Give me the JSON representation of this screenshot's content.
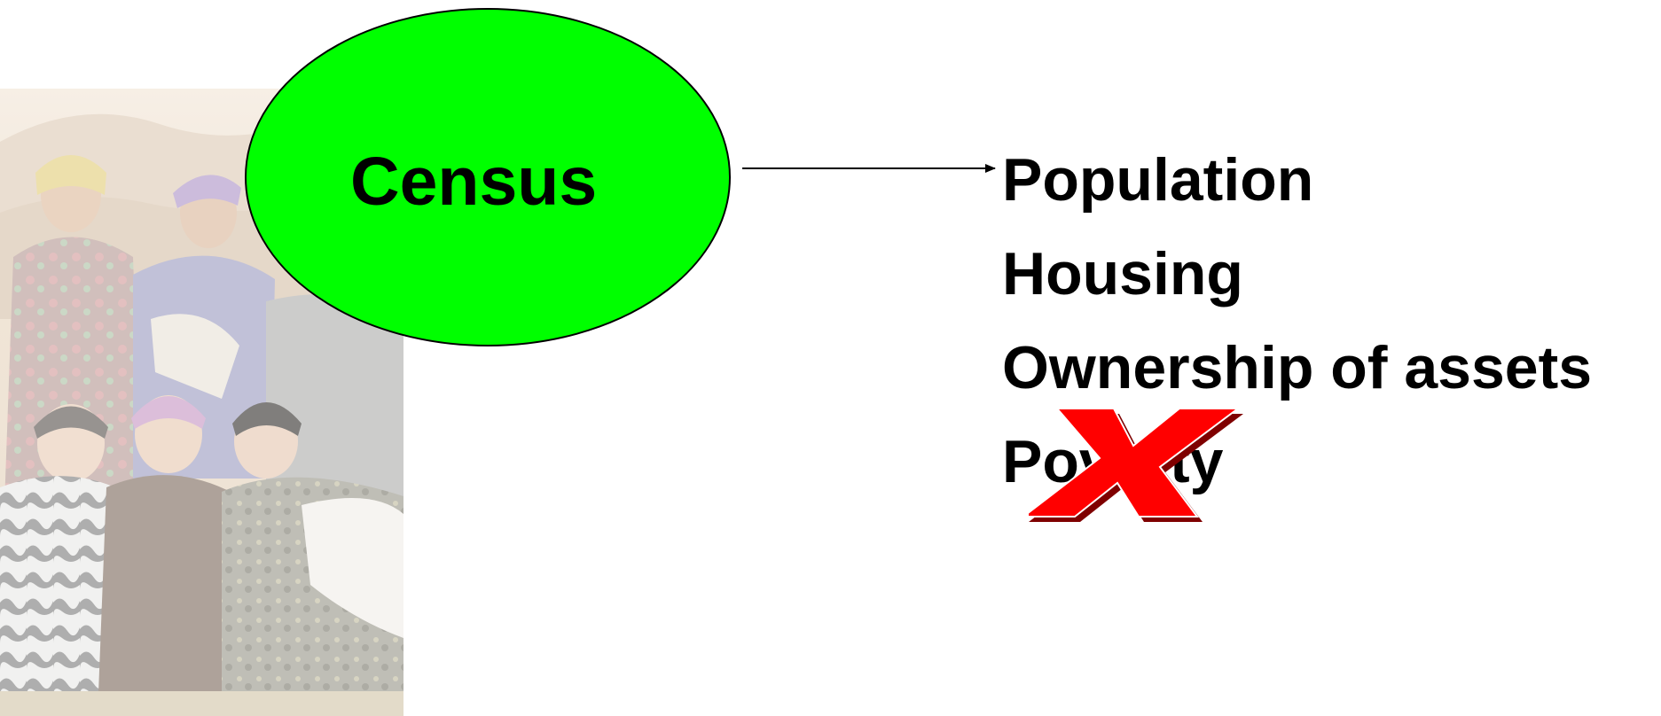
{
  "diagram": {
    "source_node": {
      "label": "Census",
      "fill": "#00ff00",
      "stroke": "#000000"
    },
    "arrow": {
      "color": "#000000"
    },
    "outputs": [
      {
        "label": "Population",
        "crossed_out": false
      },
      {
        "label": "Housing",
        "crossed_out": false
      },
      {
        "label": "Ownership of assets",
        "crossed_out": false
      },
      {
        "label": "Poverty",
        "crossed_out": true
      }
    ],
    "cross_mark": {
      "icon": "red-x-icon",
      "color": "#ff0000",
      "shadow_color": "#7f0000"
    }
  },
  "photo": {
    "icon": "group-photo-women-icon"
  }
}
